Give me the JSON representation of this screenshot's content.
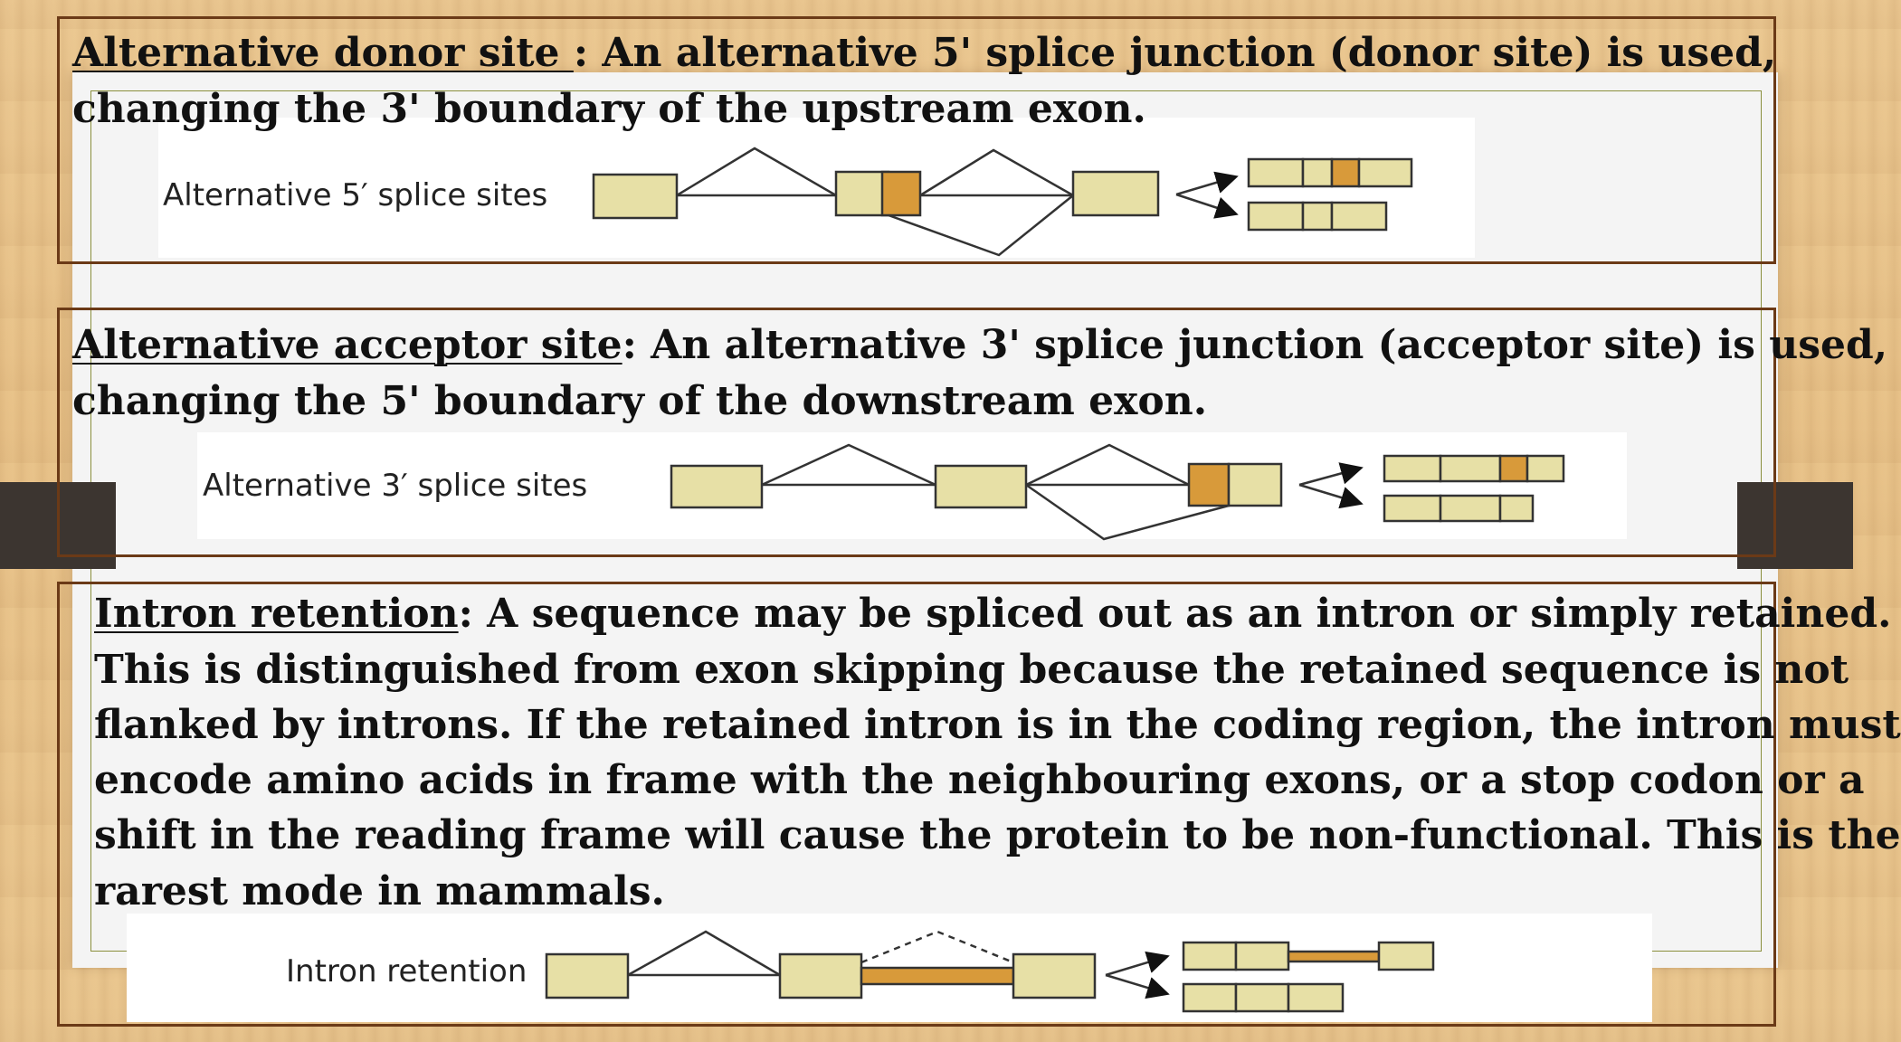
{
  "sections": [
    {
      "heading": "Alternative donor site ",
      "lines": [
        ": An alternative 5' splice junction (donor site) is used,",
        "changing the 3' boundary of  the upstream exon."
      ],
      "diagram_label": "Alternative 5′ splice sites"
    },
    {
      "heading": "Alternative acceptor site",
      "lines": [
        ": An alternative 3' splice junction (acceptor site) is used,",
        "changing the 5' boundary of  the downstream exon."
      ],
      "diagram_label": "Alternative 3′ splice sites"
    },
    {
      "heading": "Intron retention",
      "lines": [
        ": A sequence may be spliced out as an intron or simply retained.",
        "This is distinguished from exon skipping because the retained sequence is not",
        "flanked by introns. If  the retained intron is in the coding region, the intron must",
        "encode amino acids in frame with the neighbouring exons, or a stop codon or a",
        "shift in the reading frame will cause the protein to be non-functional. This is the",
        "rarest mode in mammals."
      ],
      "diagram_label": "Intron retention"
    }
  ],
  "colors": {
    "exon_fill": "#e7e0a6",
    "alt_fill": "#d89a3a",
    "frame": "#6b3a17"
  }
}
